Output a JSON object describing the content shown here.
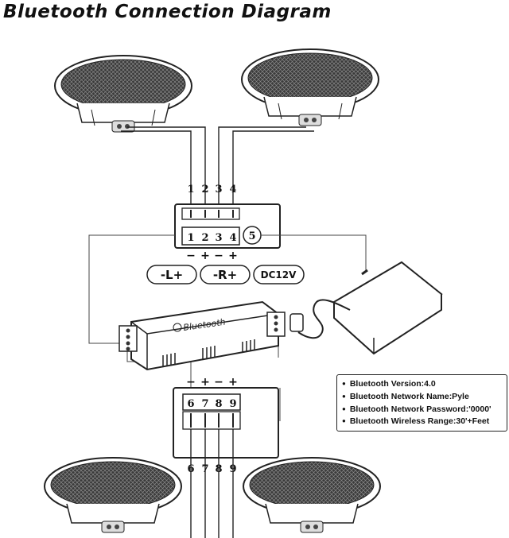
{
  "title": "Bluetooth Connection Diagram",
  "top_terminal": {
    "numbers": [
      "1",
      "2",
      "3",
      "4"
    ],
    "power_port": "5",
    "polarity": [
      "−",
      "+",
      "−",
      "+"
    ]
  },
  "bottom_terminal": {
    "numbers": [
      "6",
      "7",
      "8",
      "9"
    ],
    "polarity": [
      "−",
      "+",
      "−",
      "+"
    ]
  },
  "channel_labels": {
    "left": "-L+",
    "right": "-R+",
    "power": "DC12V"
  },
  "module_label": "Bluetooth",
  "specs": [
    "Bluetooth Version:4.0",
    "Bluetooth Network Name:Pyle",
    "Bluetooth Network Password:'0000'",
    "Bluetooth Wireless Range:30'+Feet"
  ],
  "icons": [
    "ceiling-speaker-icon",
    "power-adapter-icon",
    "bluetooth-icon"
  ]
}
